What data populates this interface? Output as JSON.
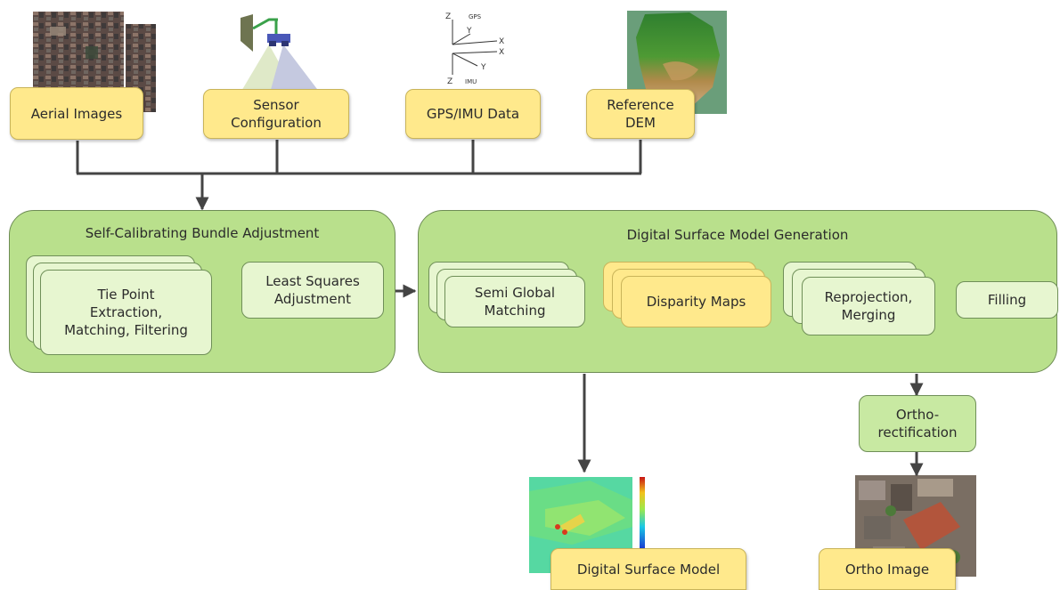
{
  "inputs": {
    "aerial_images": "Aerial Images",
    "sensor_configuration": "Sensor\nConfiguration",
    "gps_imu_data": "GPS/IMU Data",
    "reference_dem": "Reference\nDEM"
  },
  "axes_icon": {
    "z_top": "Z",
    "gps": "GPS",
    "y_top": "Y",
    "x_top": "X",
    "x_bottom": "X",
    "y_bottom": "Y",
    "z_bottom": "Z",
    "imu": "IMU"
  },
  "bundle_panel": {
    "title": "Self-Calibrating  Bundle Adjustment",
    "tie_point": "Tie Point\nExtraction,\nMatching,  Filtering",
    "least_squares": "Least Squares\nAdjustment"
  },
  "dsm_panel": {
    "title": "Digital  Surface  Model  Generation",
    "sgm": "Semi Global\nMatching",
    "disparity": "Disparity  Maps",
    "reprojection": "Reprojection,\nMerging",
    "filling": "Filling"
  },
  "ortho_rectification": "Ortho-\nrectification",
  "outputs": {
    "digital_surface_model": "Digital  Surface  Model",
    "ortho_image": "Ortho Image"
  },
  "colors": {
    "input_box": "#ffe98c",
    "panel": "#b9e08c",
    "inner_box": "#e7f6d0",
    "arrow": "#444444"
  }
}
